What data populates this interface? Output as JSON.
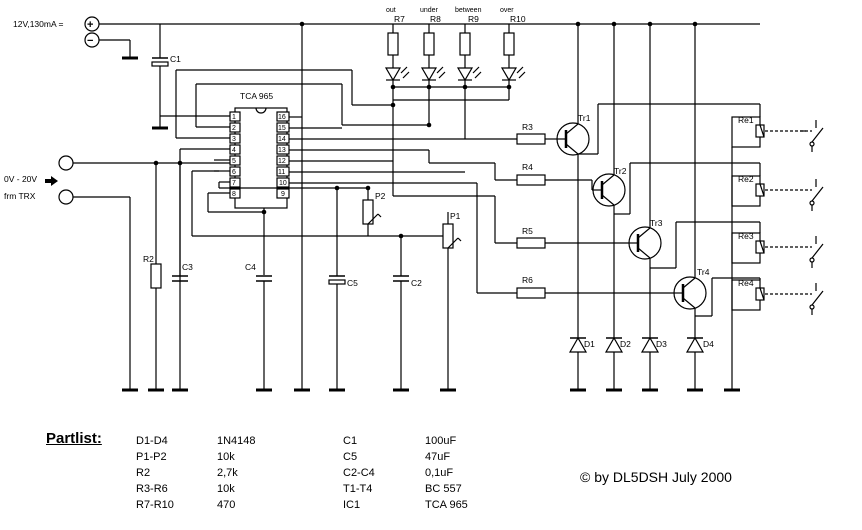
{
  "supply": {
    "label": "12V,130mA =",
    "plus": "+",
    "minus": "−"
  },
  "input": {
    "range": "0V - 20V",
    "from": "frm TRX"
  },
  "ic": {
    "name": "TCA 965",
    "pins_left": [
      "1",
      "2",
      "3",
      "4",
      "5",
      "6",
      "7",
      "8"
    ],
    "pins_right": [
      "16",
      "15",
      "14",
      "13",
      "12",
      "11",
      "10",
      "9"
    ]
  },
  "indicators": [
    {
      "state": "out",
      "resistor": "R7"
    },
    {
      "state": "under",
      "resistor": "R8"
    },
    {
      "state": "between",
      "resistor": "R9"
    },
    {
      "state": "over",
      "resistor": "R10"
    }
  ],
  "components": {
    "c1": "C1",
    "c2": "C2",
    "c3": "C3",
    "c4": "C4",
    "c5": "C5",
    "r2": "R2",
    "r3": "R3",
    "r4": "R4",
    "r5": "R5",
    "r6": "R6",
    "p1": "P1",
    "p2": "P2",
    "tr": [
      "Tr1",
      "Tr2",
      "Tr3",
      "Tr4"
    ],
    "re": [
      "Re1",
      "Re2",
      "Re3",
      "Re4"
    ],
    "d": [
      "D1",
      "D2",
      "D3",
      "D4"
    ]
  },
  "partlist": {
    "title": "Partlist:",
    "col1": [
      {
        "ref": "D1-D4",
        "value": "1N4148"
      },
      {
        "ref": "P1-P2",
        "value": "10k"
      },
      {
        "ref": "R2",
        "value": "2,7k"
      },
      {
        "ref": "R3-R6",
        "value": "10k"
      },
      {
        "ref": "R7-R10",
        "value": "470"
      }
    ],
    "col2": [
      {
        "ref": "C1",
        "value": "100uF"
      },
      {
        "ref": "C5",
        "value": "47uF"
      },
      {
        "ref": "C2-C4",
        "value": "0,1uF"
      },
      {
        "ref": "T1-T4",
        "value": "BC 557"
      },
      {
        "ref": "IC1",
        "value": "TCA 965"
      }
    ]
  },
  "copyright": "© by DL5DSH  July 2000"
}
